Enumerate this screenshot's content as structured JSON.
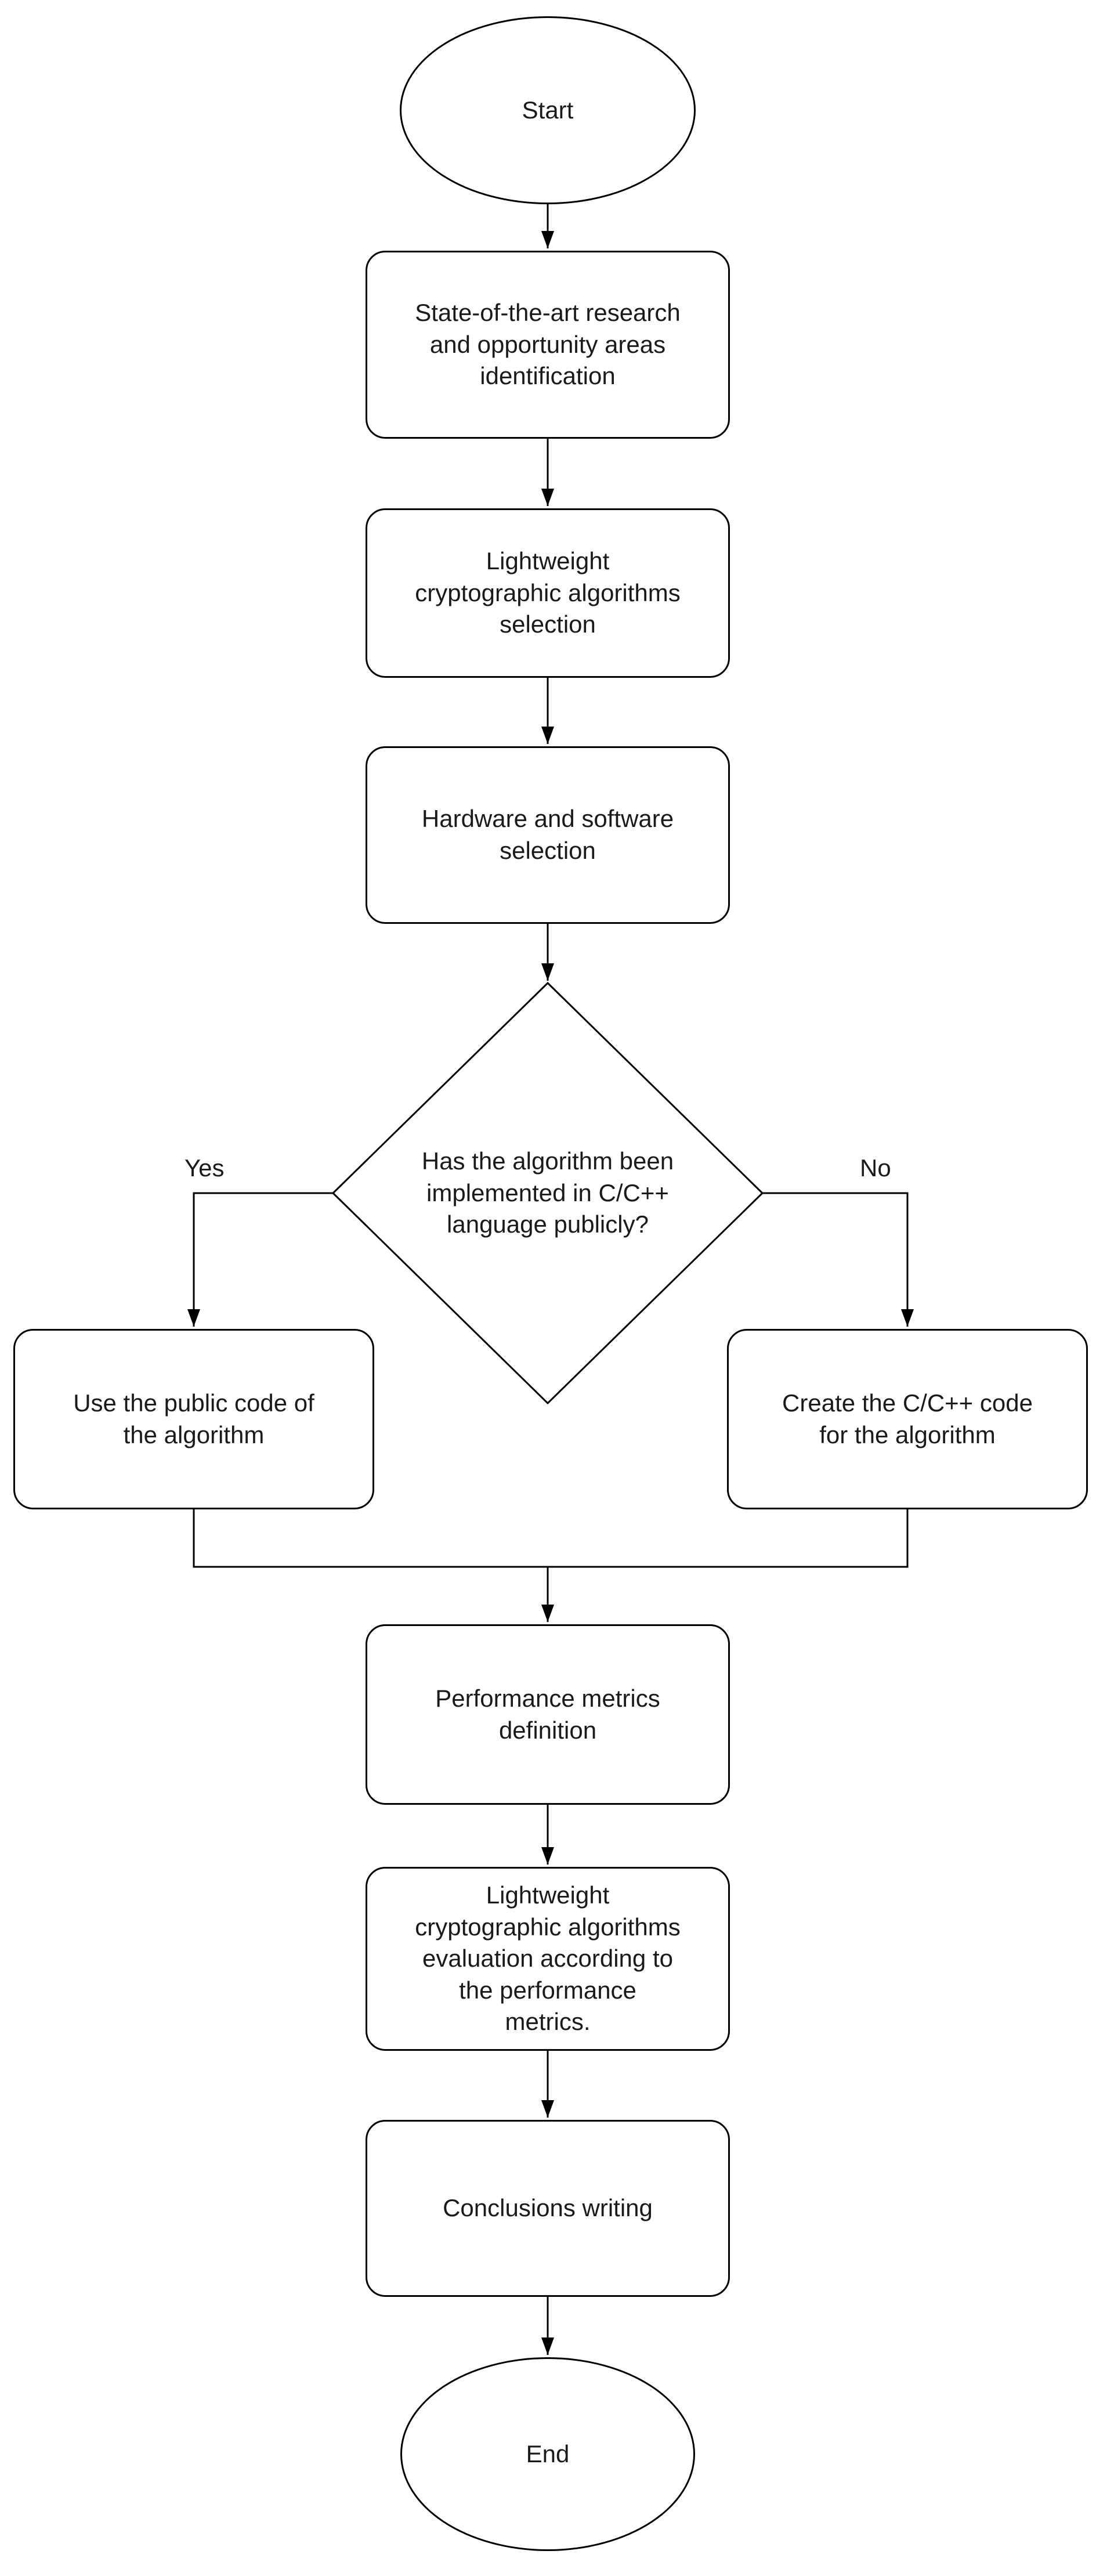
{
  "diagram": {
    "type": "flowchart",
    "colors": {
      "stroke": "#000000",
      "fill": "#ffffff",
      "text": "#1a1a1a",
      "background": "#ffffff"
    },
    "nodes": {
      "start": {
        "shape": "ellipse",
        "label": "Start"
      },
      "research": {
        "shape": "rounded-rect",
        "label": "State-of-the-art research\nand opportunity areas\nidentification"
      },
      "algo_selection": {
        "shape": "rounded-rect",
        "label": "Lightweight\ncryptographic algorithms\nselection"
      },
      "hw_sw_selection": {
        "shape": "rounded-rect",
        "label": "Hardware and software\nselection"
      },
      "decision": {
        "shape": "diamond",
        "label": "Has the algorithm been\nimplemented in C/C++\nlanguage publicly?"
      },
      "use_public_code": {
        "shape": "rounded-rect",
        "label": "Use the public code of\nthe algorithm"
      },
      "create_code": {
        "shape": "rounded-rect",
        "label": "Create the C/C++ code\nfor the algorithm"
      },
      "metrics_definition": {
        "shape": "rounded-rect",
        "label": "Performance metrics\ndefinition"
      },
      "evaluation": {
        "shape": "rounded-rect",
        "label": "Lightweight\ncryptographic algorithms\nevaluation according to\nthe performance\nmetrics."
      },
      "conclusions": {
        "shape": "rounded-rect",
        "label": "Conclusions writing"
      },
      "end": {
        "shape": "ellipse",
        "label": "End"
      }
    },
    "edge_labels": {
      "yes": "Yes",
      "no": "No"
    }
  }
}
